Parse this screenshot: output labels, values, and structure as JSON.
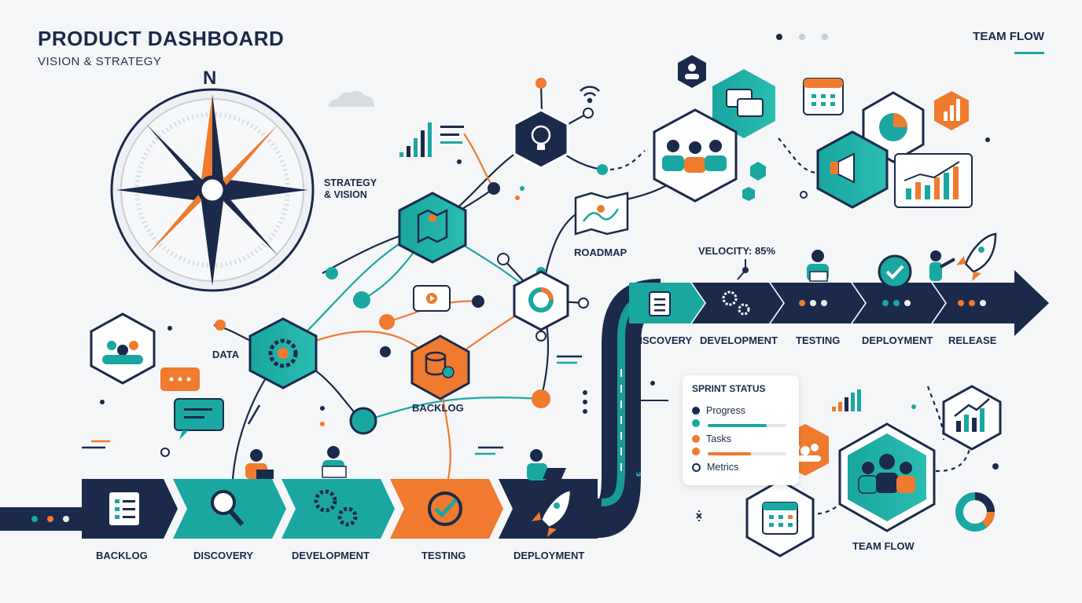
{
  "header": {
    "title": "PRODUCT DASHBOARD",
    "subtitle": "VISION & STRATEGY",
    "team_flow": "TEAM FLOW"
  },
  "compass": {
    "north": "N",
    "label_line1": "STRATEGY",
    "label_line2": "& VISION"
  },
  "network": {
    "data_label": "DATA",
    "backlog_label": "BACKLOG",
    "roadmap_label": "ROADMAP"
  },
  "velocity": {
    "label": "VELOCITY: 85%"
  },
  "upper_pipeline": {
    "stages": [
      "DISCOVERY",
      "DEVELOPMENT",
      "TESTING",
      "DEPLOYMENT",
      "RELEASE"
    ]
  },
  "lower_pipeline": {
    "stages": [
      "BACKLOG",
      "DISCOVERY",
      "DEVELOPMENT",
      "TESTING",
      "DEPLOYMENT"
    ]
  },
  "sprint_status": {
    "title": "SPRINT STATUS",
    "items": [
      {
        "label": "Progress",
        "fill": 0.75,
        "color": "#1aa7a1"
      },
      {
        "label": "Tasks",
        "fill": 0.55,
        "color": "#f07a2e"
      },
      {
        "label": "Metrics",
        "fill": 0.0,
        "color": "#1b2a4a"
      }
    ]
  },
  "team": {
    "label": "TEAM FLOW"
  },
  "colors": {
    "navy": "#1b2a4a",
    "teal": "#1aa7a1",
    "orange": "#f07a2e",
    "light": "#e9eef2"
  }
}
